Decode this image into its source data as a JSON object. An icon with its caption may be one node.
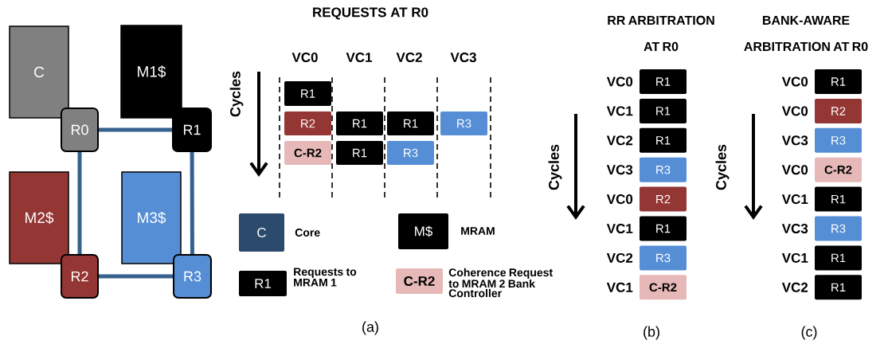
{
  "diagram": {
    "nodes": [
      {
        "text": [
          "C"
        ]
      },
      {
        "text": [
          "M1$"
        ]
      },
      {
        "text": [
          "R0"
        ]
      },
      {
        "text": [
          "R1"
        ]
      },
      {
        "text": [
          "M2$"
        ]
      },
      {
        "text": [
          "M3$"
        ]
      },
      {
        "text": [
          "R2"
        ]
      },
      {
        "text": [
          "R3"
        ]
      },
      {
        "text": [
          "R1"
        ]
      },
      {
        "text": [
          "R2"
        ]
      },
      {
        "text": [
          "R1"
        ]
      },
      {
        "text": [
          "R1"
        ]
      },
      {
        "text": [
          "R3"
        ]
      },
      {
        "text": [
          "C-R2"
        ]
      },
      {
        "text": [
          "R1"
        ]
      },
      {
        "text": [
          "R3"
        ]
      },
      {
        "text": [
          "C"
        ],
        "beside": [
          "Core"
        ]
      },
      {
        "text": [
          "M$"
        ],
        "beside": [
          "MRAM"
        ]
      },
      {
        "text": [
          "R1"
        ],
        "beside": [
          "Requests to MRAM 1"
        ]
      },
      {
        "text": [
          "C-R2"
        ],
        "beside": [
          "Coherence Request to MRAM 2 Bank Controller"
        ]
      },
      {
        "text": [
          "R1"
        ]
      },
      {
        "text": [
          "R1"
        ]
      },
      {
        "text": [
          "R1"
        ]
      },
      {
        "text": [
          "R3"
        ]
      },
      {
        "text": [
          "R2"
        ]
      },
      {
        "text": [
          "R1"
        ]
      },
      {
        "text": [
          "R3"
        ]
      },
      {
        "text": [
          "C-R2"
        ]
      },
      {
        "text": [
          "R1"
        ]
      },
      {
        "text": [
          "R2"
        ]
      },
      {
        "text": [
          "R3"
        ]
      },
      {
        "text": [
          "C-R2"
        ]
      },
      {
        "text": [
          "R1"
        ]
      },
      {
        "text": [
          "R3"
        ]
      },
      {
        "text": [
          "R1"
        ]
      },
      {
        "text": [
          "R1"
        ]
      }
    ],
    "edges": [
      {
        "from": 2,
        "to": 3,
        "arrow": "none"
      },
      {
        "from": 2,
        "to": 6,
        "arrow": "none"
      },
      {
        "from": 3,
        "to": 7,
        "arrow": "none"
      },
      {
        "from": 6,
        "to": 7,
        "arrow": "none"
      }
    ],
    "labels": [
      "REQUESTS AT R0",
      "RR ARBITRATION AT R0",
      "BANK-AWARE ARBITRATION AT R0",
      "VC0",
      "VC1",
      "VC2",
      "VC3",
      "Cycles",
      "VC0",
      "VC1",
      "VC2",
      "VC3",
      "VC0",
      "VC1",
      "VC2",
      "VC1",
      "Cycles",
      "Cycles",
      "VC0",
      "VC0",
      "VC3",
      "VC0",
      "VC1",
      "VC3",
      "VC1",
      "VC2",
      "(a)",
      "(b)",
      "(c)"
    ]
  }
}
